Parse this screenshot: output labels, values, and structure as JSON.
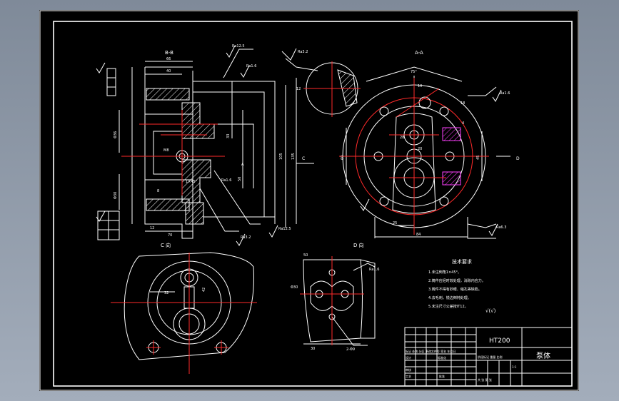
{
  "views": {
    "section_bb": "B-B",
    "section_aa": "A-A",
    "view_c": "C 向",
    "view_d": "D 向",
    "arrow_c": "C",
    "arrow_d": "D",
    "tag_a": "A"
  },
  "roughness": {
    "r1": "Ra12.5",
    "r2": "Ra1.6",
    "r3": "Ra3.2",
    "r4": "Ra12.5",
    "r5": "Ra1.6",
    "r6": "Ra6.3",
    "r7": "Ra1.6",
    "r8": "Ra3.2"
  },
  "dims": {
    "d40": "40",
    "d66": "66",
    "d12": "12",
    "d70": "70",
    "d75": "75°",
    "d84": "84",
    "d8": "8",
    "d4": "4",
    "d33": "33",
    "d10": "10",
    "d18": "18",
    "d25": "25",
    "d60": "60",
    "d28": "28",
    "d20": "20",
    "d50": "50",
    "d1010": "1×45°",
    "dphi": "Φ36",
    "dphi2": "Φ30",
    "d105": "105",
    "d135": "135",
    "d45": "45",
    "dm8": "M8",
    "d32": "32",
    "d42": "42",
    "dhole": "2-Φ9",
    "d30": "30"
  },
  "notes": {
    "title": "技术要求",
    "items": [
      "1.未注倒角1×45°。",
      "2.铸件应经时效处理，消除内应力。",
      "3.铸件不得有砂眼、缩孔等缺陷。",
      "4.去毛刺，锐边倒钝处理。",
      "5.未注尺寸公差按IT12。"
    ],
    "other_rough": "√(√)"
  },
  "title_block": {
    "material": "HT200",
    "part_name": "泵体",
    "row_label": "标记 处数 分区 更改文件号 签名 年月日",
    "design": "设计",
    "check": "审核",
    "process": "工艺",
    "standard": "标准化",
    "approve": "批准",
    "stage": "阶段标记 重量 比例",
    "scale": "1:1",
    "sheet": "共 张 第 张"
  },
  "colors": {
    "line": "#ffffff",
    "center": "#ff2a2a",
    "hatch": "#ff40ff",
    "dim": "#ffffff",
    "frame": "#ffffff"
  }
}
